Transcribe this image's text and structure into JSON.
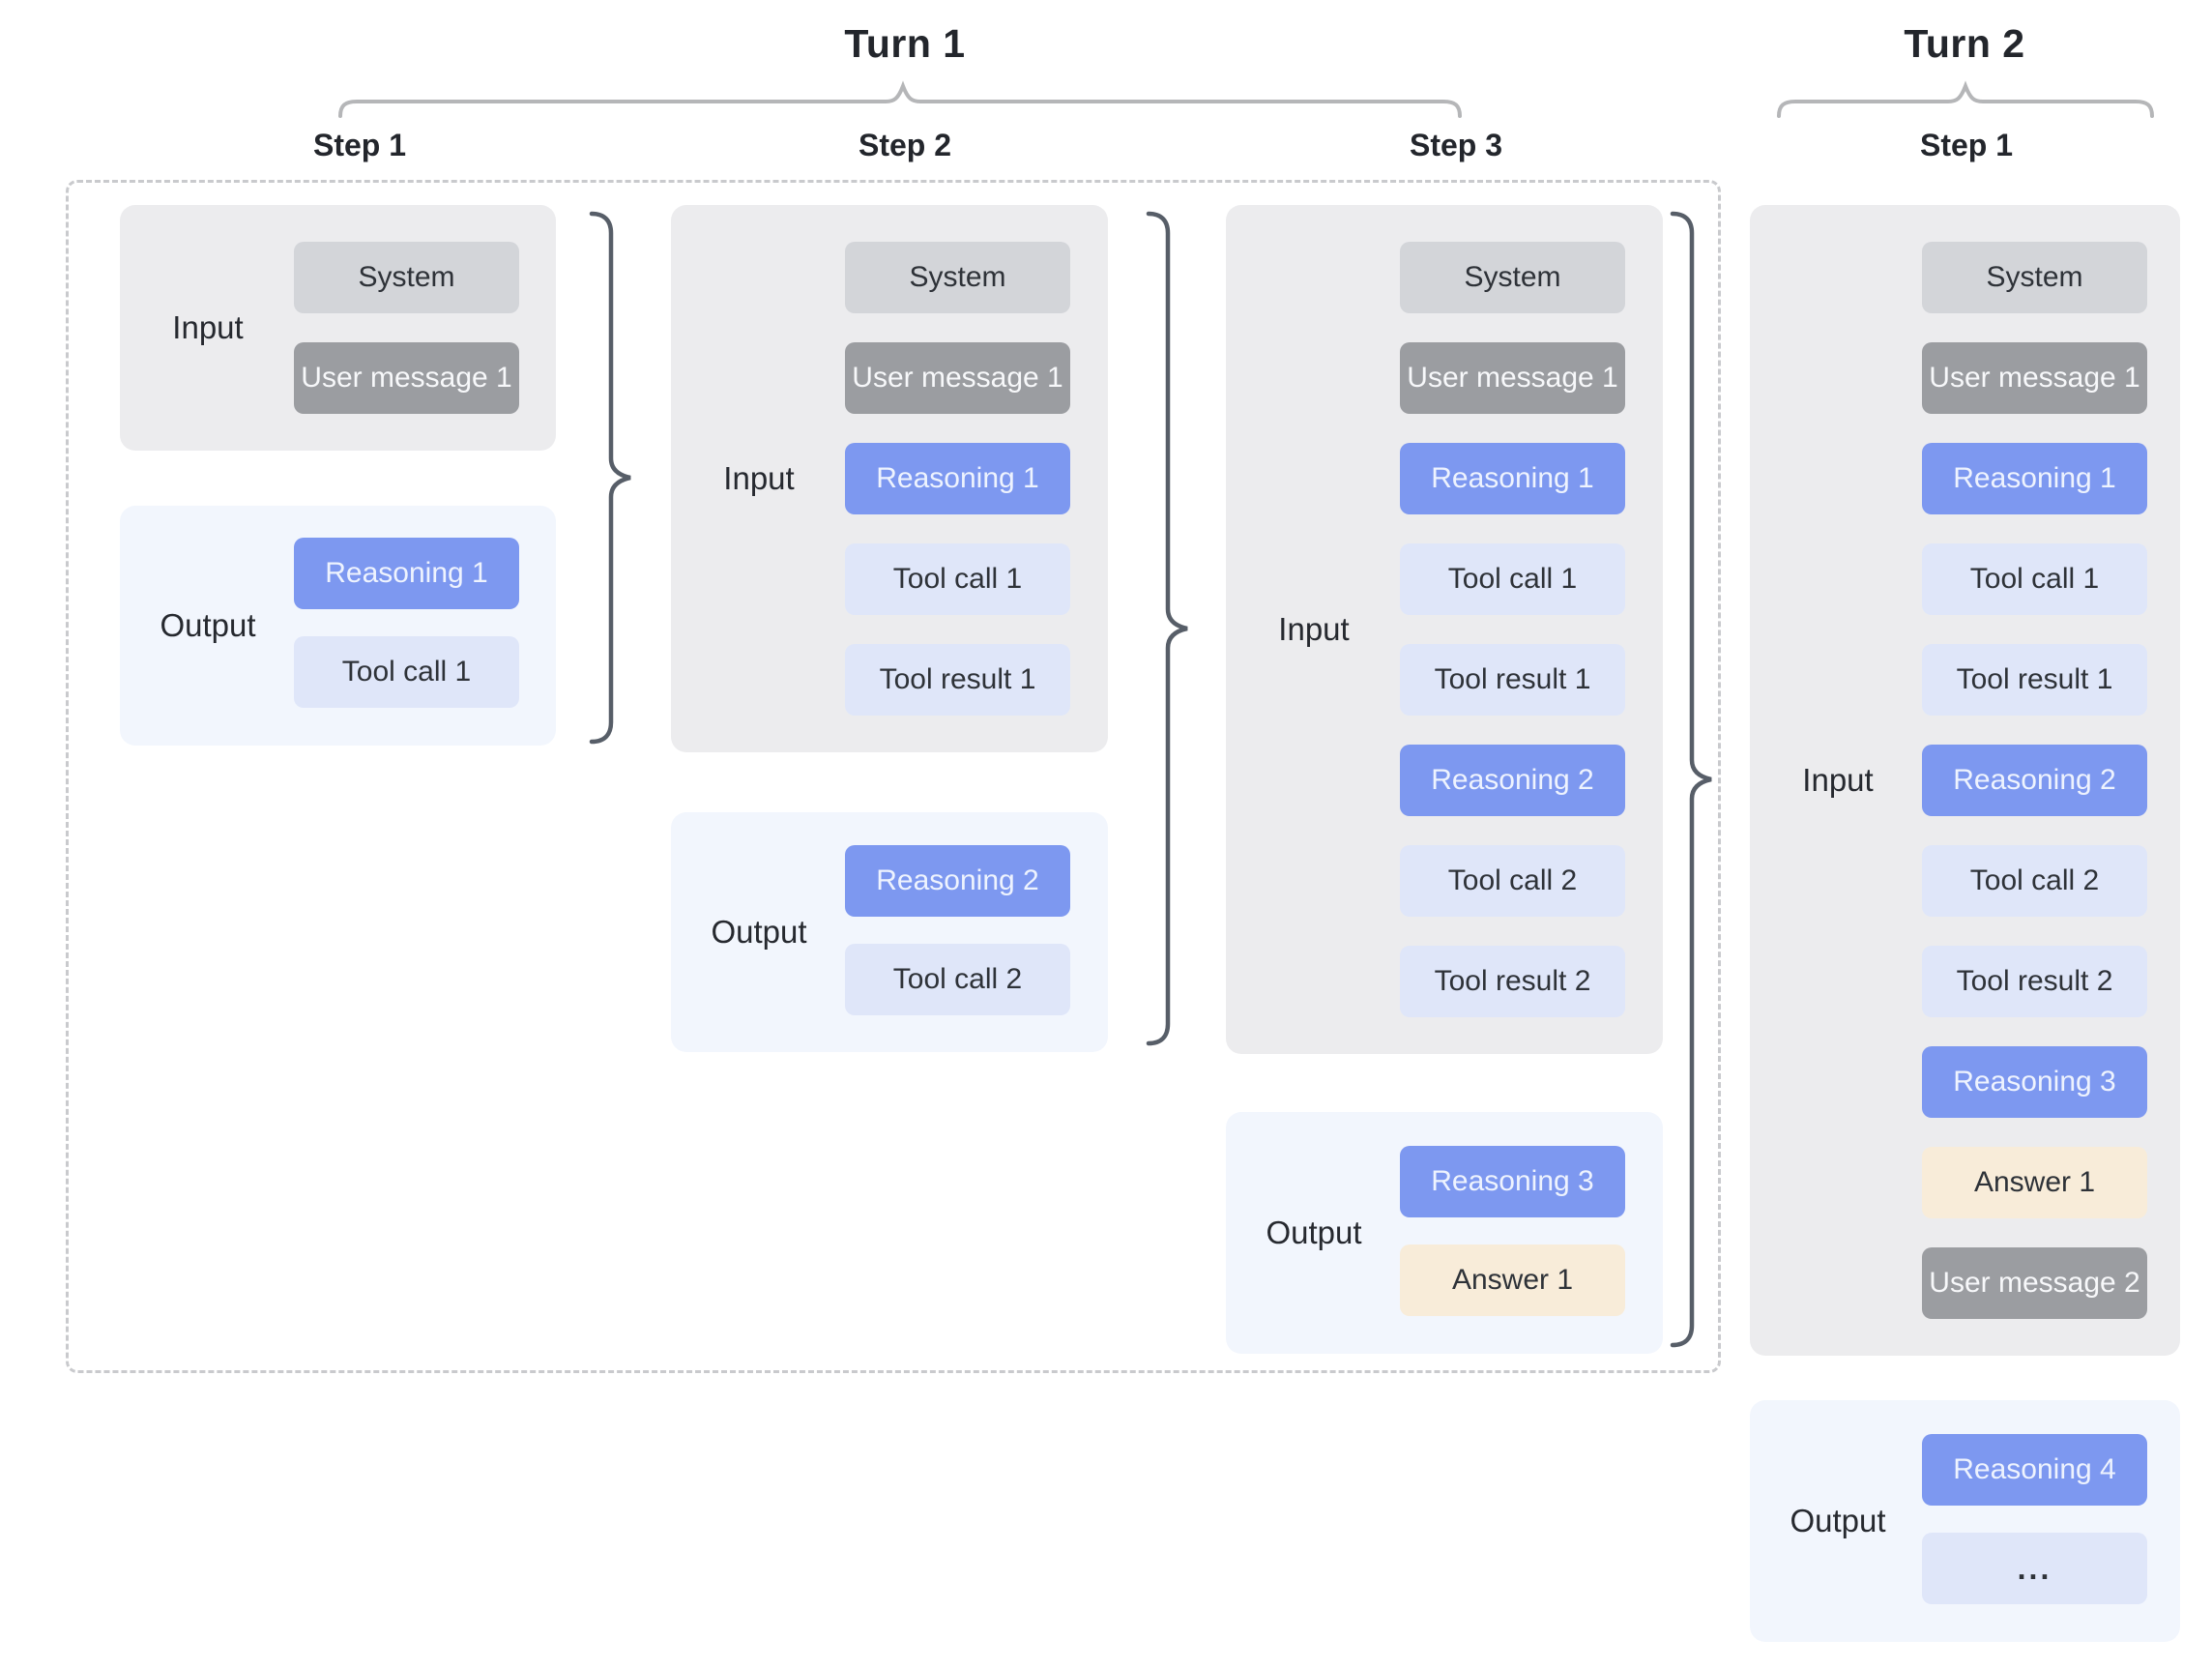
{
  "diagram": {
    "turn1": {
      "title": "Turn 1",
      "step_labels": [
        "Step 1",
        "Step 2",
        "Step 3"
      ]
    },
    "turn2": {
      "title": "Turn 2",
      "step_labels": [
        "Step 1"
      ]
    },
    "io_labels": {
      "input": "Input",
      "output": "Output"
    },
    "columns": [
      {
        "turn": "Turn 1",
        "step": "Step 1",
        "input": [
          "System",
          "User message 1"
        ],
        "output": [
          "Reasoning 1",
          "Tool call 1"
        ]
      },
      {
        "turn": "Turn 1",
        "step": "Step 2",
        "input": [
          "System",
          "User message 1",
          "Reasoning 1",
          "Tool call 1",
          "Tool result 1"
        ],
        "output": [
          "Reasoning 2",
          "Tool call 2"
        ]
      },
      {
        "turn": "Turn 1",
        "step": "Step 3",
        "input": [
          "System",
          "User message 1",
          "Reasoning 1",
          "Tool call 1",
          "Tool result 1",
          "Reasoning 2",
          "Tool call 2",
          "Tool result 2"
        ],
        "output": [
          "Reasoning 3",
          "Answer 1"
        ]
      },
      {
        "turn": "Turn 2",
        "step": "Step 1",
        "input": [
          "System",
          "User message 1",
          "Reasoning 1",
          "Tool call 1",
          "Tool result 1",
          "Reasoning 2",
          "Tool call 2",
          "Tool result 2",
          "Reasoning 3",
          "Answer 1",
          "User message 2"
        ],
        "output": [
          "Reasoning 4",
          "..."
        ]
      }
    ],
    "colors": {
      "system_chip": "#d3d5d9",
      "user_message_chip": "#9b9da1",
      "reasoning_chip": "#7d98f0",
      "tool_chip": "#dfe6f9",
      "answer_chip": "#f8ecd9",
      "input_panel": "#ececee",
      "output_panel": "#f2f6fd",
      "turn_brace": "#b5b6b8",
      "step_brace": "#575e68",
      "dashed_border": "#c9cacd"
    }
  }
}
